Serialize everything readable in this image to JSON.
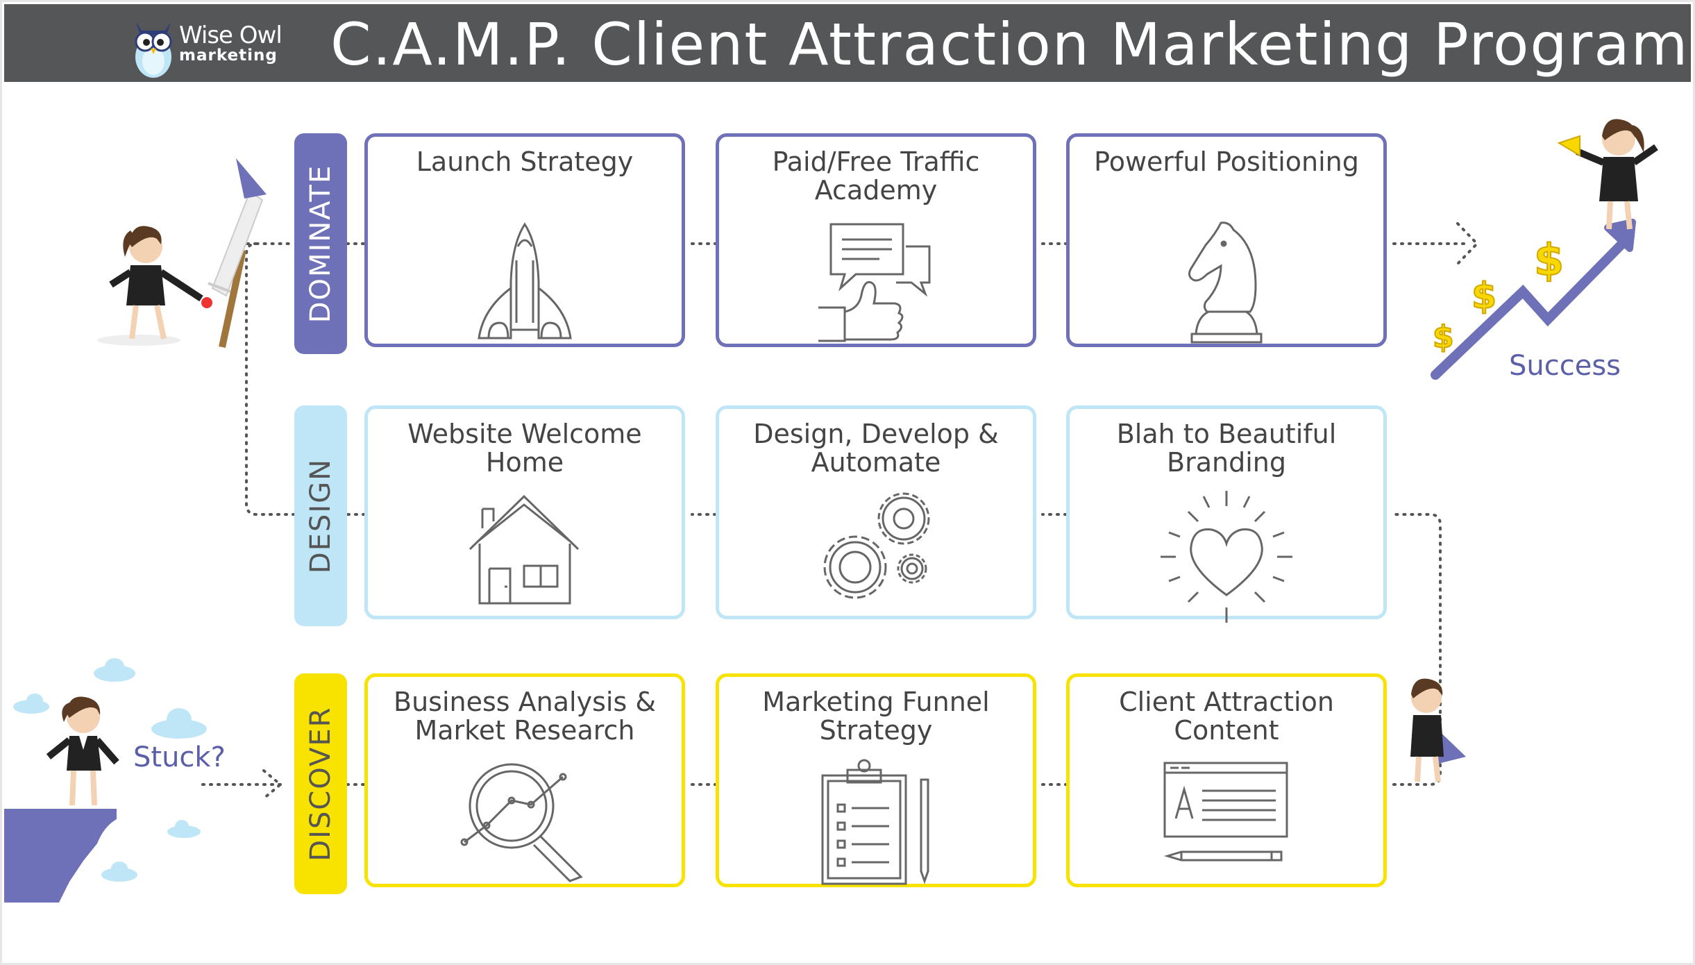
{
  "header": {
    "logo_word": "Wise Owl",
    "logo_sub": "marketing",
    "title": "C.A.M.P. Client Attraction Marketing Program"
  },
  "colors": {
    "header_bg": "#545658",
    "dominate": "#6e70b8",
    "design": "#bfe6f6",
    "discover": "#f8e200",
    "dots": "#555555"
  },
  "rows": [
    {
      "band": "DOMINATE",
      "cards": [
        {
          "label": "Launch Strategy",
          "icon": "rocket-icon"
        },
        {
          "label": "Paid/Free Traffic Academy",
          "icon": "thumbs-up-chat-icon"
        },
        {
          "label": "Powerful Positioning",
          "icon": "chess-knight-icon"
        }
      ]
    },
    {
      "band": "DESIGN",
      "cards": [
        {
          "label": "Website Welcome Home",
          "icon": "house-icon"
        },
        {
          "label": "Design, Develop & Automate",
          "icon": "gears-icon"
        },
        {
          "label": "Blah to Beautiful Branding",
          "icon": "shining-heart-icon"
        }
      ]
    },
    {
      "band": "DISCOVER",
      "cards": [
        {
          "label": "Business Analysis & Market Research",
          "icon": "magnifier-chart-icon"
        },
        {
          "label": "Marketing Funnel Strategy",
          "icon": "clipboard-icon"
        },
        {
          "label": "Client Attraction Content",
          "icon": "document-pencil-icon"
        }
      ]
    }
  ],
  "annotations": {
    "stuck": "Stuck?",
    "success": "Success"
  }
}
